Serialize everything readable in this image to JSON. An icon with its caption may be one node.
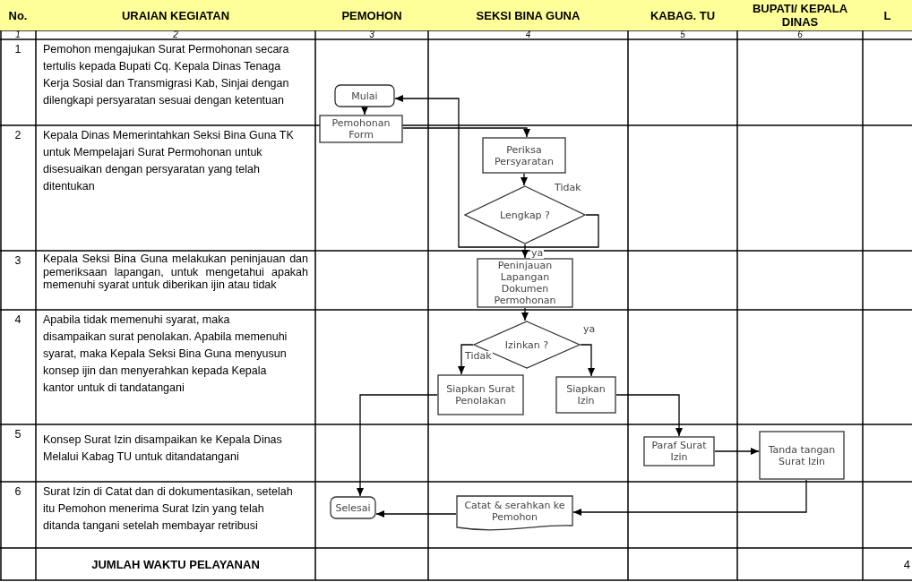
{
  "diagram": {
    "nodes": [
      {
        "text": [
          "Mulai"
        ]
      },
      {
        "text": [
          "Pemohonan Form"
        ]
      },
      {
        "text": [
          "Periksa Persyaratan"
        ]
      },
      {
        "text": [
          "Lengkap ?"
        ]
      },
      {
        "text": [
          "Peninjauan Lapangan Dokumen Permohonan"
        ]
      },
      {
        "text": [
          "Izinkan ?"
        ]
      },
      {
        "text": [
          "Siapkan Surat Penolakan"
        ]
      },
      {
        "text": [
          "Siapkan Izin"
        ]
      },
      {
        "text": [
          "Paraf Surat Izin"
        ]
      },
      {
        "text": [
          "Tanda tangan Surat Izin"
        ]
      },
      {
        "text": [
          "Catat & serahkan ke Pemohon"
        ]
      },
      {
        "text": [
          "Selesai"
        ]
      }
    ],
    "edges": [
      {
        "from": 0,
        "to": 1,
        "arrow": "to"
      },
      {
        "from": 1,
        "to": 2,
        "arrow": "to"
      },
      {
        "from": 2,
        "to": 3,
        "arrow": "to"
      },
      {
        "from": 3,
        "to": 0,
        "arrow": "to",
        "label": "Tidak"
      },
      {
        "from": 3,
        "to": 4,
        "arrow": "to",
        "label": "ya"
      },
      {
        "from": 4,
        "to": 5,
        "arrow": "to"
      },
      {
        "from": 5,
        "to": 6,
        "arrow": "to",
        "label": "Tidak"
      },
      {
        "from": 5,
        "to": 7,
        "arrow": "to",
        "label": "ya"
      },
      {
        "from": 6,
        "to": 11,
        "arrow": "to"
      },
      {
        "from": 7,
        "to": 8,
        "arrow": "to"
      },
      {
        "from": 8,
        "to": 9,
        "arrow": "to"
      },
      {
        "from": 9,
        "to": 10,
        "arrow": "to"
      },
      {
        "from": 10,
        "to": 11,
        "arrow": "to"
      }
    ],
    "labels": [
      "No.",
      "URAIAN KEGIATAN",
      "PEMOHON",
      "SEKSI BINA GUNA",
      "KABAG. TU",
      "BUPATI/ KEPALA DINAS",
      "L",
      "1",
      "2",
      "3",
      "4",
      "5",
      "6",
      "1",
      "Pemohon mengajukan Surat Permohonan secara tertulis kepada Bupati Cq. Kepala Dinas Tenaga Kerja Sosial dan Transmigrasi Kab, Sinjai dengan dilengkapi persyaratan sesuai dengan ketentuan",
      "2",
      "Kepala Dinas Memerintahkan Seksi Bina Guna TK untuk Mempelajari Surat Permohonan untuk disesuaikan dengan persyaratan yang telah ditentukan",
      "3",
      "Kepala Seksi Bina Guna melakukan peninjauan dan pemeriksaan lapangan, untuk mengetahui apakah memenuhi syarat untuk diberikan ijin atau tidak",
      "4",
      "Apabila tidak memenuhi syarat, maka disampaikan surat penolakan. Apabila memenuhi syarat, maka Kepala Seksi Bina Guna menyusun konsep ijin dan menyerahkan kepada Kepala kantor untuk di tandatangani",
      "5",
      "Konsep Surat Izin disampaikan ke Kepala Dinas Melalui Kabag TU untuk ditandatangani",
      "6",
      "Surat Izin di Catat dan di dokumentasikan, setelah itu Pemohon menerima Surat Izin yang telah ditanda tangani setelah membayar retribusi",
      "JUMLAH WAKTU PELAYANAN",
      "4"
    ]
  }
}
